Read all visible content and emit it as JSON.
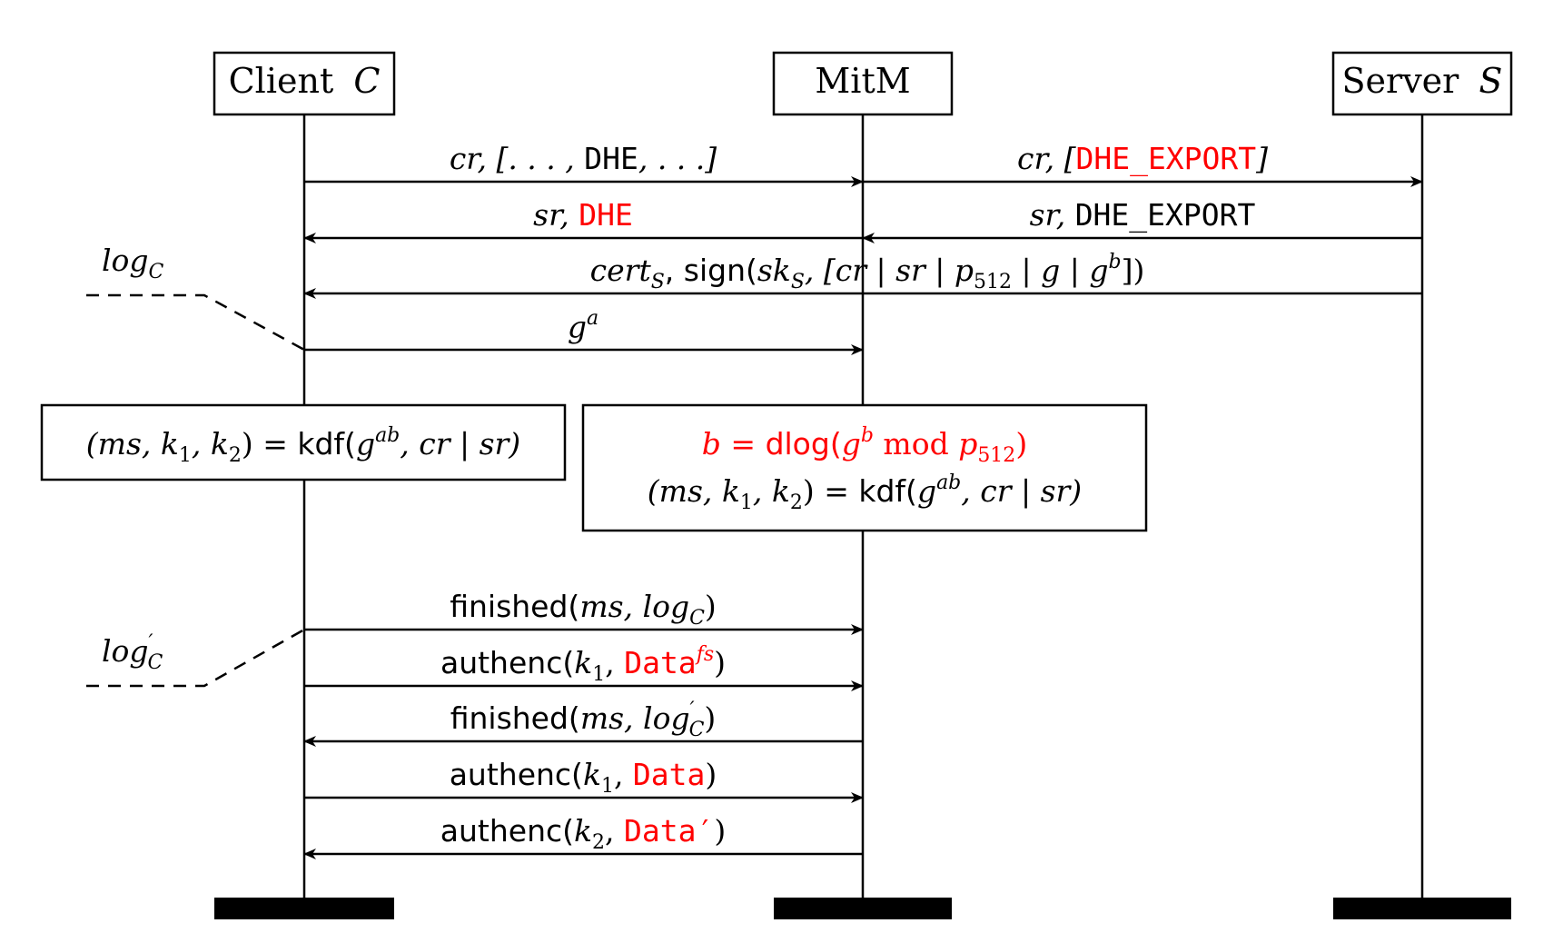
{
  "participants": {
    "client": {
      "label": "Client",
      "var": "C"
    },
    "mitm": {
      "label": "MitM"
    },
    "server": {
      "label": "Server",
      "var": "S"
    }
  },
  "messages": {
    "m1": {
      "pre": "cr, [. . . , ",
      "dhe": "DHE",
      "post": ", . . .]"
    },
    "m2": {
      "pre": "cr, [",
      "export": "DHE_EXPORT",
      "post": "]"
    },
    "m3": {
      "pre": "sr, ",
      "dhe": "DHE"
    },
    "m4": {
      "pre": "sr, ",
      "export": "DHE_EXPORT"
    },
    "m5": {
      "cert": "cert",
      "sub_s": "S",
      "sign": ", sign(",
      "sk": "sk",
      "sub_s2": "S",
      "list": ", [cr | sr | p",
      "p_sub": "512",
      "rest": " | g | g",
      "exp_b": "b",
      "close": "])"
    },
    "m6": {
      "base": "g",
      "exp": "a"
    },
    "m7": {
      "fn": "finished(",
      "arg": "ms, log",
      "sub": "C",
      "close": ")"
    },
    "m8": {
      "fn": "authenc(",
      "k": "k",
      "ksub": "1",
      "comma": ", ",
      "data": "Data",
      "exp": "fs",
      "close": ")"
    },
    "m9": {
      "fn": "finished(",
      "arg": "ms, log",
      "prime": "′",
      "sub": "C",
      "close": ")"
    },
    "m10": {
      "fn": "authenc(",
      "k": "k",
      "ksub": "1",
      "comma": ", ",
      "data": "Data",
      "close": ")"
    },
    "m11": {
      "fn": "authenc(",
      "k": "k",
      "ksub": "2",
      "comma": ", ",
      "data": "Data′",
      "close": ")"
    }
  },
  "logs": {
    "log_c": {
      "text": "log",
      "sub": "C"
    },
    "log_c_prime": {
      "text": "log",
      "prime": "′",
      "sub": "C"
    }
  },
  "boxes": {
    "client_kdf": {
      "lhs": "(ms, k",
      "s1": "1",
      "mid": ", k",
      "s2": "2",
      "eq": ") = ",
      "kdf": "kdf(",
      "g": "g",
      "exp": "ab",
      "tail": ", cr | sr)"
    },
    "mitm_dlog": {
      "b": "b = ",
      "dlog": "dlog(",
      "g": "g",
      "exp": "b",
      "mod": " mod ",
      "p": "p",
      "psub": "512",
      "close": ")"
    },
    "mitm_kdf": {
      "lhs": "(ms, k",
      "s1": "1",
      "mid": ", k",
      "s2": "2",
      "eq": ") = ",
      "kdf": "kdf(",
      "g": "g",
      "exp": "ab",
      "tail": ", cr | sr)"
    }
  },
  "colors": {
    "highlight": "#ff0000",
    "ink": "#000000"
  }
}
